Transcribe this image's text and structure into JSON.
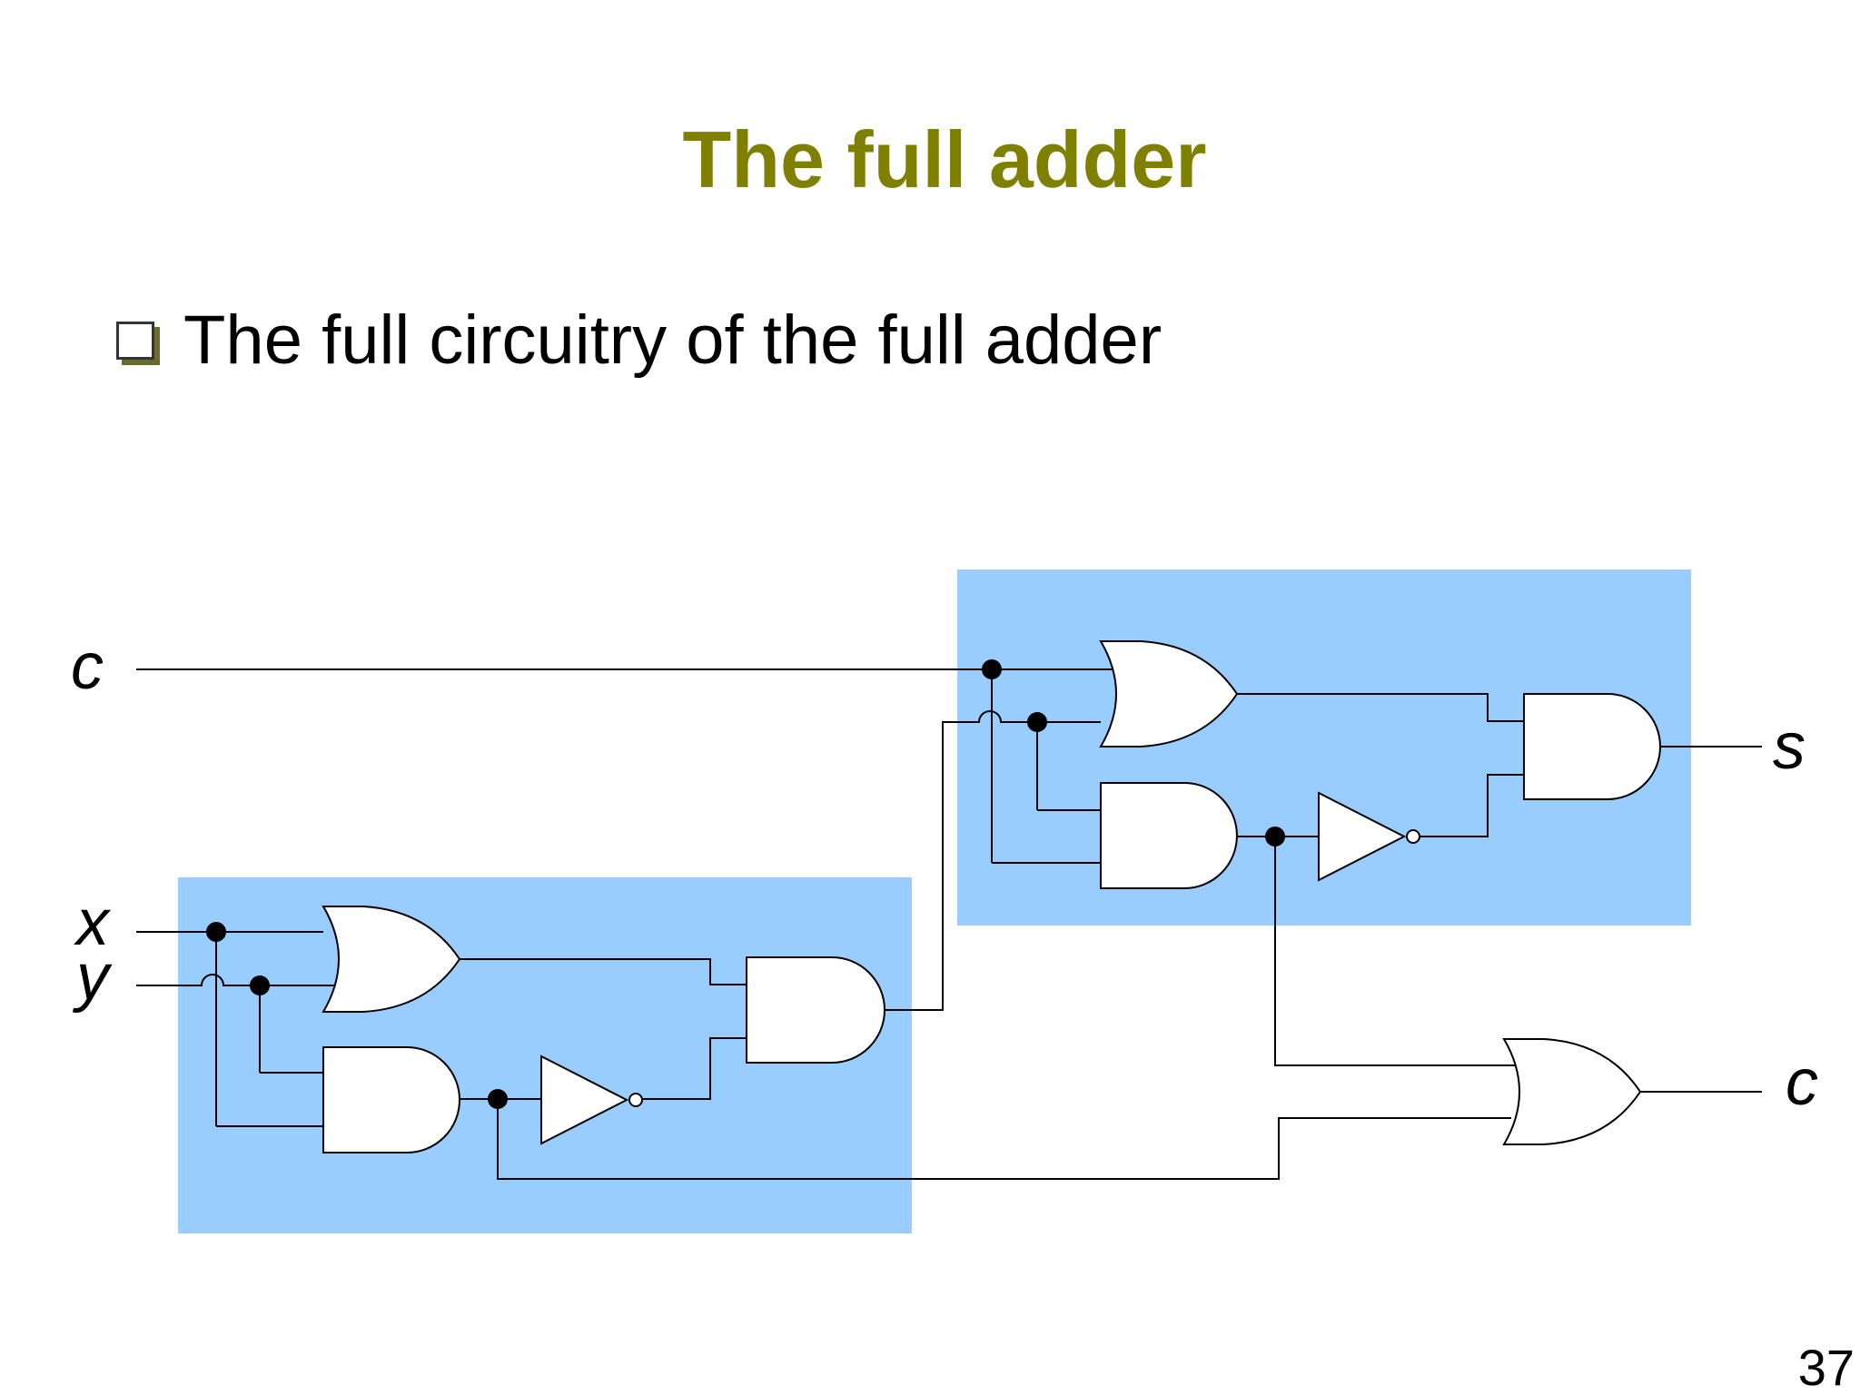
{
  "slide": {
    "title": "The full adder",
    "bullet": "The full circuitry of the full adder",
    "page_number": "37"
  },
  "diagram": {
    "labels": {
      "input_c": "c",
      "input_x": "x",
      "input_y": "y",
      "output_s": "s",
      "output_c": "c"
    },
    "colors": {
      "half_adder_block": "#99ccff",
      "title": "#808000",
      "wire": "#000000",
      "gate_fill": "#ffffff"
    },
    "components": [
      "half-adder-1",
      "half-adder-2",
      "or-gate",
      "and-gate",
      "not-gate",
      "and-gate-out",
      "or-gate-carry"
    ]
  }
}
